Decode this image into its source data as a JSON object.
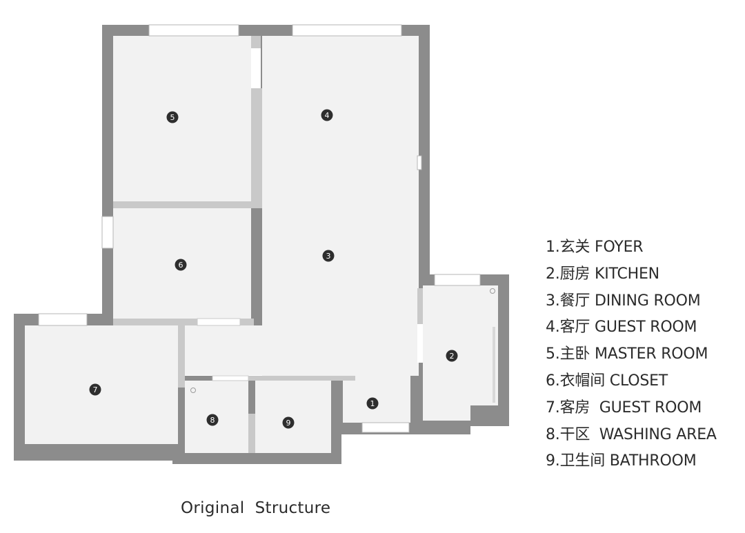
{
  "plan": {
    "room_markers": [
      {
        "id": "1",
        "room": "foyer"
      },
      {
        "id": "2",
        "room": "kitchen"
      },
      {
        "id": "3",
        "room": "dining-room"
      },
      {
        "id": "4",
        "room": "guest-room"
      },
      {
        "id": "5",
        "room": "master-room"
      },
      {
        "id": "6",
        "room": "closet"
      },
      {
        "id": "7",
        "room": "second-guest-room"
      },
      {
        "id": "8",
        "room": "washing-area"
      },
      {
        "id": "9",
        "room": "bathroom"
      }
    ],
    "colors": {
      "wall": "#8c8c8c",
      "floor": "#f2f2f2",
      "partition": "#c9c9c9",
      "marker": "#2e2e2e"
    }
  },
  "legend": {
    "items": [
      "1.玄关 FOYER",
      "2.厨房 KITCHEN",
      "3.餐厅 DINING ROOM",
      "4.客厅 GUEST ROOM",
      "5.主卧 MASTER ROOM",
      "6.衣帽间 CLOSET",
      "7.客房  GUEST ROOM",
      "8.干区  WASHING AREA",
      "9.卫生间 BATHROOM"
    ]
  },
  "caption": "Original  Structure"
}
